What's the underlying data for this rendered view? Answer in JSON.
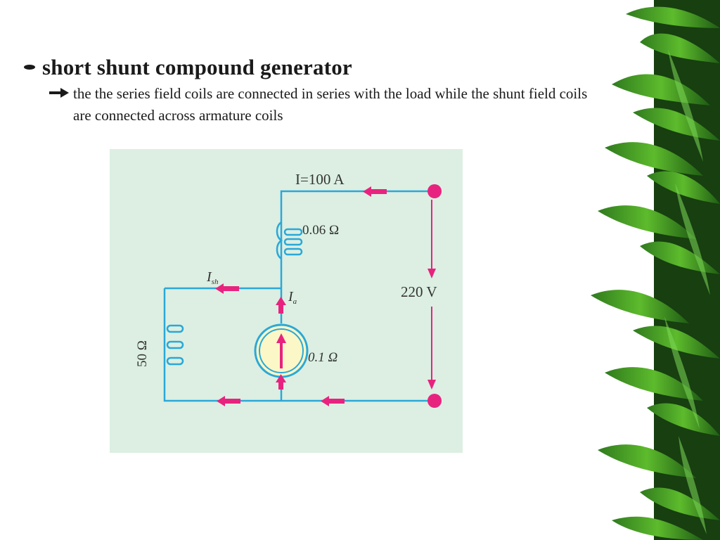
{
  "slide": {
    "heading": "short shunt compound generator",
    "subpoint": "the the series field coils are connected in series with the load while the shunt field coils are connected across armature coils"
  },
  "diagram": {
    "labels": {
      "line_current": "I=100 A",
      "series_resistance": "0.06 Ω",
      "shunt_current_main": "I",
      "shunt_current_sub": "sh",
      "armature_current_main": "I",
      "armature_current_sub": "a",
      "terminal_voltage": "220 V",
      "shunt_resistance": "50 Ω",
      "armature_resistance": "0.1 Ω"
    },
    "colors": {
      "background": "#dcefe2",
      "wire": "#2aa8d8",
      "arrow": "#e8237f",
      "armature_fill": "#fbf7c6"
    }
  },
  "decoration": {
    "bullet_icon": "dot-bullet-icon",
    "subpoint_icon": "right-arrow-icon",
    "border_image": "bamboo-leaves"
  }
}
